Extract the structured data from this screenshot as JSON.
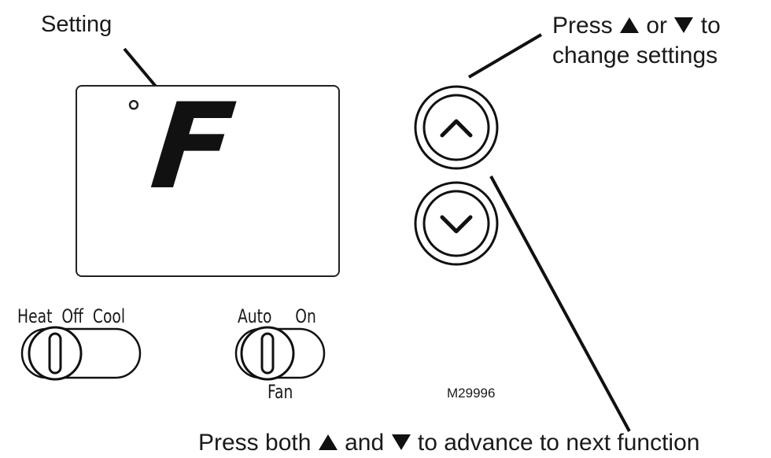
{
  "callouts": {
    "setting": "Setting",
    "press_line1_a": "Press",
    "press_line1_or": "or",
    "press_line1_to": "to",
    "press_line2": "change settings",
    "press_both_a": "Press both",
    "press_both_and": "and",
    "press_both_b": "to advance to next function"
  },
  "display": {
    "degree_symbol": "°",
    "unit_letter": "F"
  },
  "system_switch": {
    "labels": [
      "Heat",
      "Off",
      "Cool"
    ]
  },
  "fan_switch": {
    "labels": [
      "Auto",
      "On"
    ],
    "caption": "Fan"
  },
  "model_number": "M29996",
  "icons": {
    "up_button": "chevron-up-icon",
    "down_button": "chevron-down-icon",
    "up_glyph": "up-triangle-icon",
    "down_glyph": "down-triangle-icon"
  }
}
